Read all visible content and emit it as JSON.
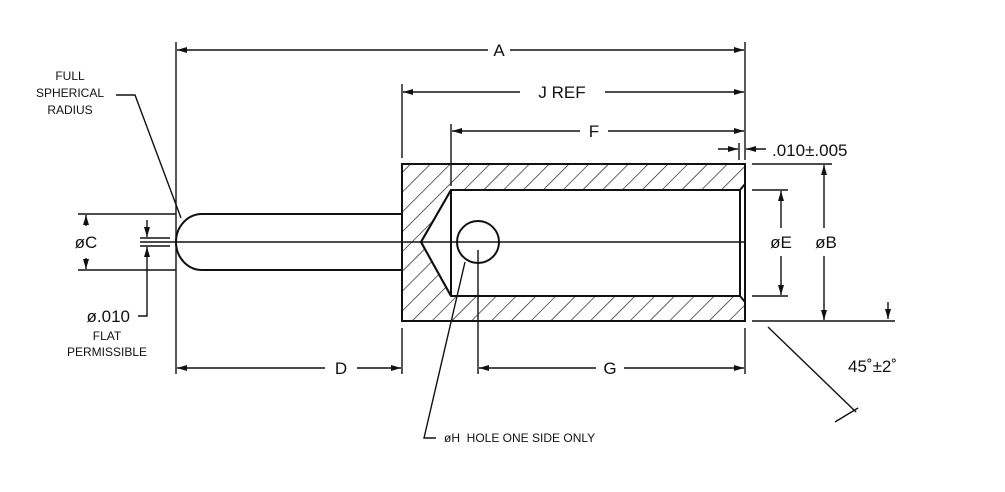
{
  "drawing": {
    "dimensions": {
      "A": "A",
      "J": "J  REF",
      "F": "F",
      "D": "D",
      "G": "G",
      "C": "øC",
      "E": "øE",
      "B": "øB",
      "lip": ".010±.005",
      "angle": "45˚±2˚"
    },
    "notes": {
      "radius": [
        "FULL",
        "SPHERICAL",
        "RADIUS"
      ],
      "flat_value": "ø.010",
      "flat": [
        "FLAT",
        "PERMISSIBLE"
      ],
      "hole": "øH  HOLE ONE SIDE ONLY"
    },
    "colors": {
      "line": "#111111",
      "background": "#ffffff"
    }
  }
}
